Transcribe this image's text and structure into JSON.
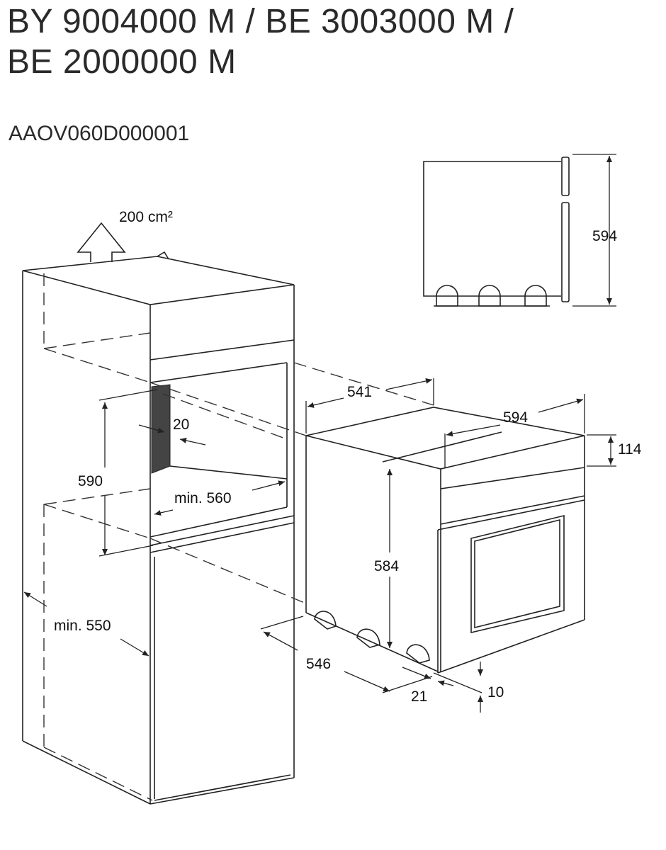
{
  "title": {
    "line1": "BY 9004000 M / BE 3003000 M /",
    "line2": "BE 2000000 M"
  },
  "code": "AAOV060D000001",
  "vent": {
    "label": "200 cm²"
  },
  "dimensions": {
    "side_view_height": "594",
    "depth_541": "541",
    "width_594": "594",
    "panel_114": "114",
    "gap_20": "20",
    "niche_590": "590",
    "niche_min560": "min. 560",
    "height_584": "584",
    "cabinet_min550": "min. 550",
    "depth_546": "546",
    "offset_21": "21",
    "offset_10": "10"
  }
}
